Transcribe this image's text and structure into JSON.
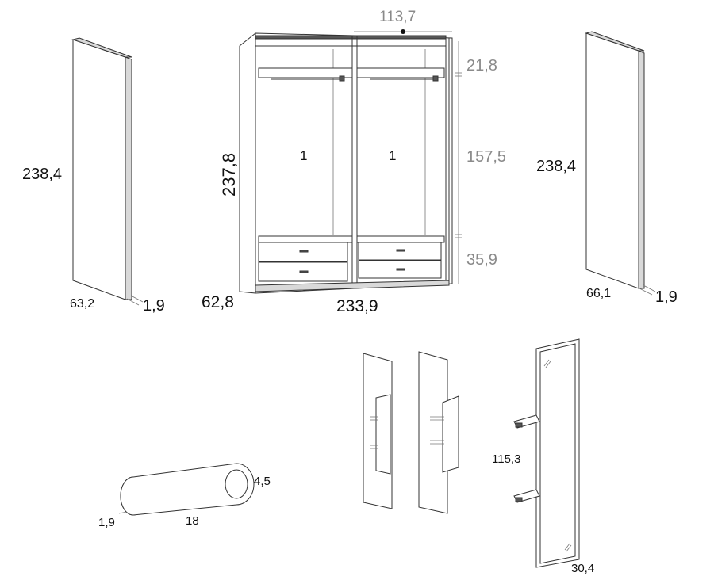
{
  "side_panel_left": {
    "height": "238,4",
    "depth": "63,2",
    "thickness": "1,9"
  },
  "wardrobe": {
    "total_width": "233,9",
    "module_width": "113,7",
    "height": "237,8",
    "depth": "62,8",
    "top_section": "21,8",
    "middle_section": "157,5",
    "bottom_section": "35,9",
    "left_module_label": "1",
    "right_module_label": "1"
  },
  "side_panel_right": {
    "height": "238,4",
    "depth": "66,1",
    "thickness": "1,9"
  },
  "handle": {
    "length": "18",
    "height": "4,5",
    "thickness": "1,9"
  },
  "mirror": {
    "height": "115,3",
    "width": "30,4"
  },
  "colors": {
    "line": "#333333",
    "grey_dimension": "#8a8a8a",
    "edge_fill": "#d9d9d9"
  }
}
